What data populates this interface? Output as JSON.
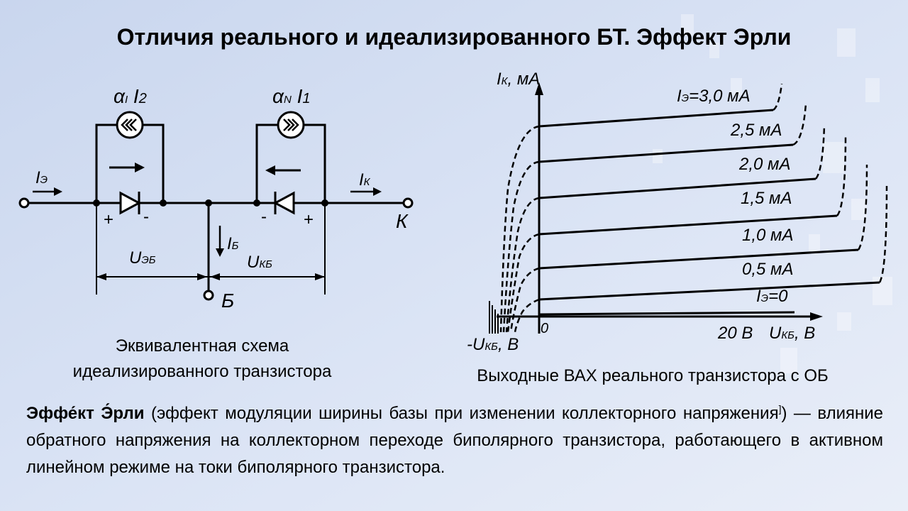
{
  "slide": {
    "title": "Отличия реального и идеализированного БТ. Эффект Эрли",
    "circuit": {
      "alpha_i_sym": "α",
      "alpha_i_sub": "I",
      "alpha_i_cur": "I",
      "alpha_i_cur_sub": "2",
      "alpha_n_sym": "α",
      "alpha_n_sub": "N",
      "alpha_n_cur": "I",
      "alpha_n_cur_sub": "1",
      "ie": "I",
      "ie_sub": "Э",
      "ik": "I",
      "ik_sub": "К",
      "ib": "I",
      "ib_sub": "Б",
      "ueb": "U",
      "ueb_sub": "ЭБ",
      "ukb": "U",
      "ukb_sub": "КБ",
      "node_k": "К",
      "node_b": "Б",
      "plus1": "+",
      "minus1": "-",
      "minus2": "-",
      "plus2": "+"
    },
    "circuit_caption_line1": "Эквивалентная схема",
    "circuit_caption_line2": "идеализированного транзистора",
    "graph": {
      "y_axis_sym": "I",
      "y_axis_sub": "К",
      "y_axis_unit": ", мА",
      "x_axis_neg_prefix": "-U",
      "x_axis_neg_sub": "КБ",
      "x_axis_neg_unit": ", В",
      "origin": "0",
      "x_tick": "20 В",
      "x_axis_sym": "U",
      "x_axis_sub": "КБ",
      "x_axis_unit": ", В",
      "curve_labels": [
        {
          "prefix": "I",
          "sub": "Э",
          "text": "=3,0 мА"
        },
        {
          "prefix": "",
          "sub": "",
          "text": "2,5 мА"
        },
        {
          "prefix": "",
          "sub": "",
          "text": "2,0 мА"
        },
        {
          "prefix": "",
          "sub": "",
          "text": "1,5 мА"
        },
        {
          "prefix": "",
          "sub": "",
          "text": "1,0 мА"
        },
        {
          "prefix": "",
          "sub": "",
          "text": "0,5 мА"
        },
        {
          "prefix": "I",
          "sub": "Э",
          "text": "=0"
        }
      ]
    },
    "graph_caption": "Выходные ВАХ реального транзистора с ОБ",
    "paragraph": {
      "term": "Эффе́кт Э́рли",
      "line1_rest": " (эффект модуляции ширины базы при изменении коллекторного",
      "line2": "напряжения",
      "line2_mark": "]",
      "line2_rest": ") — влияние обратного напряжения на коллекторном переходе биполярного транзистора, работающего в активном линейном режиме на токи биполярного транзистора."
    }
  }
}
